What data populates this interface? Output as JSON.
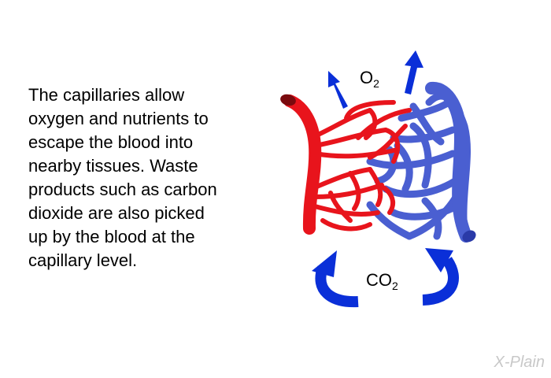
{
  "text": {
    "body_lines": [
      "The capillaries allow",
      "oxygen and nutrients to",
      "escape the blood into",
      "nearby tissues. Waste",
      "products such as carbon",
      "dioxide are also picked",
      "up by the blood at the",
      "capillary level."
    ]
  },
  "labels": {
    "o2_main": "O",
    "o2_sub": "2",
    "co2_main": "CO",
    "co2_sub": "2"
  },
  "logo": {
    "text": "X-Plain"
  },
  "colors": {
    "artery": "#e8141c",
    "vein": "#4a5fd1",
    "arrow": "#0a2fd8"
  }
}
